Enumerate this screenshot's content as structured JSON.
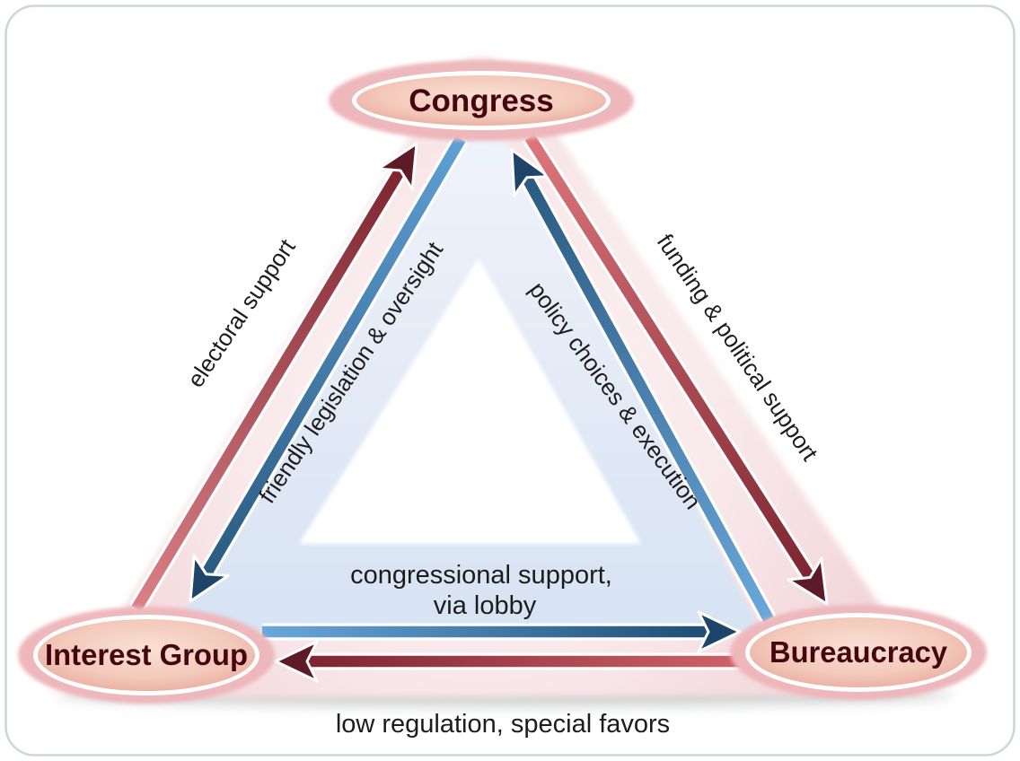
{
  "diagram_title": "iron-triangle-diagram",
  "nodes": {
    "congress": {
      "label": "Congress"
    },
    "interest_group": {
      "label": "Interest Group"
    },
    "bureaucracy": {
      "label": "Bureaucracy"
    }
  },
  "edges": {
    "electoral_support": {
      "label": "electoral support",
      "from": "interest_group",
      "to": "congress",
      "arrow_color": "#7c2530"
    },
    "friendly_legislation": {
      "label": "friendly legislation & oversight",
      "from": "congress",
      "to": "interest_group",
      "arrow_color": "#2a5a80"
    },
    "policy_choices": {
      "label": "policy choices & execution",
      "from": "bureaucracy",
      "to": "congress",
      "arrow_color": "#2a5a80"
    },
    "funding_support": {
      "label": "funding & political support",
      "from": "congress",
      "to": "bureaucracy",
      "arrow_color": "#7c2530"
    },
    "congressional_support": {
      "label_line1": "congressional support,",
      "label_line2": "via lobby",
      "from": "interest_group",
      "to": "bureaucracy",
      "arrow_color": "#1f4d73"
    },
    "low_regulation": {
      "label": "low regulation, special favors",
      "from": "bureaucracy",
      "to": "interest_group",
      "arrow_color": "#7c2530"
    }
  },
  "colors": {
    "node_text": "#45060f",
    "label_text": "#1c1c1c",
    "maroon_head": "#5c1b26",
    "blue_head": "#1e4569",
    "band_pink": "#f0ccd2",
    "band_blue": "#dde7f5",
    "inner_triangle": "#ffffff",
    "page_border": "#cbd5da"
  }
}
